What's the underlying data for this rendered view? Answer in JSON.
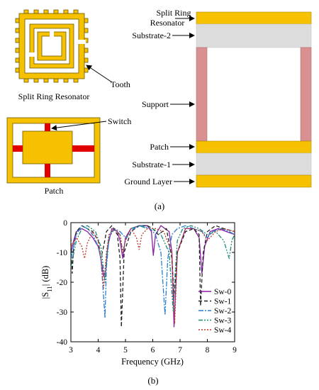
{
  "colors": {
    "ring_gold": "#F5C100",
    "ring_dark": "#6B5A00",
    "substrate": "#DCDCDC",
    "support": "#D89090",
    "switch": "#E00000",
    "patch": "#F5C100"
  },
  "diagram": {
    "srr_label": "Split Ring Resonator",
    "tooth_label": "Tooth",
    "switch_label": "Switch",
    "patch_label": "Patch",
    "stack_labels": {
      "srr_line1": "Split Ring",
      "srr_line2": "Resonator",
      "substrate2": "Substrate-2",
      "support": "Support",
      "patch": "Patch",
      "substrate1": "Substrate-1",
      "ground": "Ground Layer"
    },
    "caption_a": "(a)"
  },
  "chart_data": {
    "type": "line",
    "xlabel": "Frequency (GHz)",
    "ylabel": "|S11| (dB)",
    "xlim": [
      3,
      9
    ],
    "ylim": [
      -40,
      0
    ],
    "xticks": [
      "3",
      "4",
      "5",
      "6",
      "7",
      "8",
      "9"
    ],
    "yticks": [
      "0",
      "-10",
      "-20",
      "-30",
      "-40"
    ],
    "legend_position": "bottom-right",
    "caption": "(b)",
    "series": [
      {
        "name": "Sw-0",
        "color": "#8B1FA8",
        "dash": "",
        "x": [
          3.0,
          3.1,
          3.2,
          3.4,
          3.6,
          3.8,
          4.0,
          4.1,
          4.2,
          4.28,
          4.35,
          4.5,
          4.7,
          4.8,
          4.9,
          5.0,
          5.2,
          5.5,
          5.8,
          5.95,
          6.02,
          6.1,
          6.3,
          6.6,
          6.7,
          6.78,
          6.9,
          7.2,
          7.5,
          7.7,
          7.8,
          7.9,
          8.1,
          8.4,
          8.7,
          9.0
        ],
        "y": [
          -10,
          -6,
          -3,
          -2,
          -3,
          -5,
          -8,
          -12,
          -18,
          -16,
          -8,
          -2,
          -3,
          -6,
          -12,
          -5,
          -2,
          -1,
          -1,
          -3,
          -11,
          -4,
          -1,
          -3,
          -10,
          -35,
          -10,
          -2,
          -2,
          -5,
          -17,
          -8,
          -3,
          -2,
          -3,
          -4
        ]
      },
      {
        "name": "Sw-1",
        "color": "#222222",
        "dash": "5,3",
        "x": [
          3.0,
          3.05,
          3.1,
          3.2,
          3.4,
          3.6,
          3.8,
          4.0,
          4.1,
          4.2,
          4.3,
          4.5,
          4.7,
          4.8,
          4.85,
          4.95,
          5.2,
          5.5,
          5.8,
          6.0,
          6.2,
          6.5,
          6.7,
          6.78,
          6.9,
          7.2,
          7.5,
          7.7,
          7.75,
          7.85,
          8.0,
          8.3,
          8.6,
          9.0
        ],
        "y": [
          -5,
          -17,
          -8,
          -3,
          -1,
          -2,
          -3,
          -6,
          -12,
          -8,
          -3,
          -1,
          -4,
          -12,
          -35,
          -10,
          -3,
          -1,
          -1,
          -2,
          -4,
          -2,
          -12,
          -25,
          -10,
          -3,
          -2,
          -4,
          -28,
          -10,
          -3,
          -1,
          -2,
          -3
        ]
      },
      {
        "name": "Sw-2",
        "color": "#2A7FD4",
        "dash": "7,2,2,2",
        "x": [
          3.0,
          3.2,
          3.4,
          3.6,
          3.8,
          4.0,
          4.1,
          4.2,
          4.25,
          4.3,
          4.4,
          4.6,
          4.8,
          5.0,
          5.3,
          5.6,
          5.9,
          6.1,
          6.3,
          6.45,
          6.55,
          6.7,
          6.9,
          7.2,
          7.5,
          7.8,
          8.0,
          8.2,
          8.5,
          8.8,
          9.0
        ],
        "y": [
          -12,
          -4,
          -1,
          -2,
          -4,
          -8,
          -12,
          -25,
          -32,
          -15,
          -5,
          -2,
          -3,
          -5,
          -2,
          -1,
          -2,
          -4,
          -10,
          -31,
          -12,
          -4,
          -2,
          -1,
          -2,
          -3,
          -5,
          -3,
          -2,
          -3,
          -4
        ]
      },
      {
        "name": "Sw-3",
        "color": "#1E8A78",
        "dash": "6,2,2,2,2,2",
        "x": [
          3.0,
          3.2,
          3.4,
          3.6,
          3.9,
          4.1,
          4.25,
          4.3,
          4.4,
          4.6,
          4.8,
          4.9,
          5.0,
          5.2,
          5.5,
          5.8,
          6.0,
          6.3,
          6.6,
          6.75,
          6.8,
          6.9,
          7.1,
          7.4,
          7.7,
          8.0,
          8.3,
          8.6,
          8.8,
          8.9,
          9.0
        ],
        "y": [
          -15,
          -6,
          -2,
          -1,
          -3,
          -8,
          -20,
          -12,
          -4,
          -2,
          -4,
          -10,
          -6,
          -2,
          -1,
          -2,
          -2,
          -4,
          -10,
          -30,
          -20,
          -6,
          -2,
          -1,
          -2,
          -4,
          -3,
          -6,
          -12,
          -6,
          -4
        ]
      },
      {
        "name": "Sw-4",
        "color": "#C0392B",
        "dash": "2,2",
        "x": [
          3.0,
          3.2,
          3.4,
          3.5,
          3.6,
          3.8,
          4.0,
          4.1,
          4.2,
          4.3,
          4.4,
          4.6,
          4.8,
          4.9,
          5.0,
          5.2,
          5.4,
          5.5,
          5.6,
          5.8,
          6.1,
          6.4,
          6.7,
          6.8,
          6.9,
          7.2,
          7.5,
          7.8,
          8.0,
          8.3,
          8.6,
          9.0
        ],
        "y": [
          -8,
          -5,
          -8,
          -12,
          -7,
          -3,
          -6,
          -12,
          -22,
          -10,
          -4,
          -2,
          -4,
          -10,
          -6,
          -2,
          -5,
          -9,
          -4,
          -2,
          -2,
          -3,
          -10,
          -34,
          -10,
          -2,
          -2,
          -3,
          -6,
          -3,
          -2,
          -3
        ]
      }
    ]
  }
}
